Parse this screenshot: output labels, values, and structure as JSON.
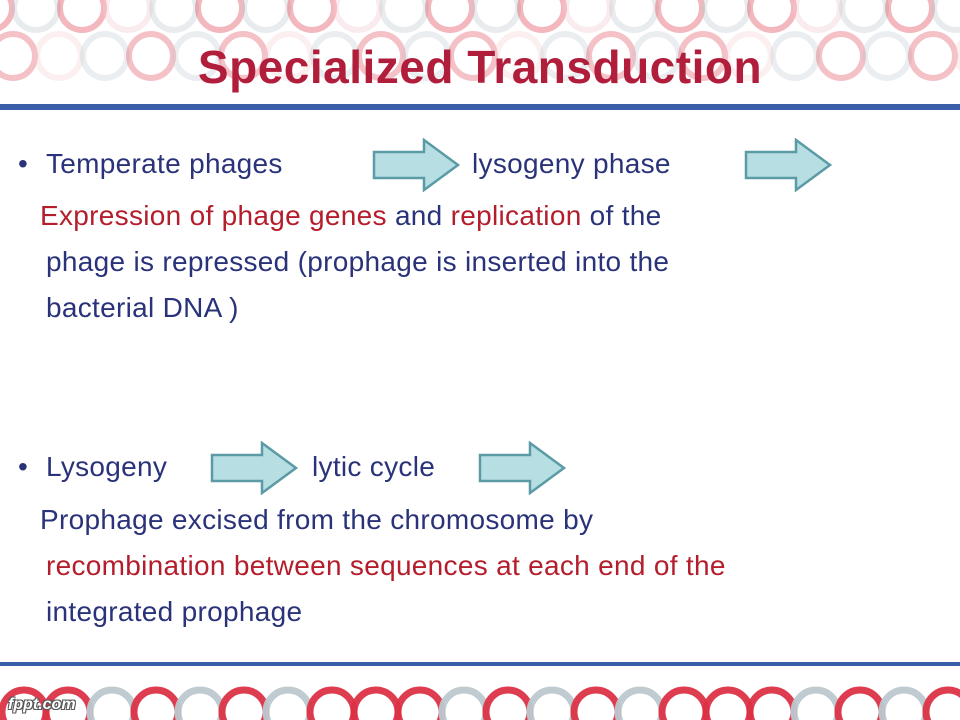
{
  "slide": {
    "title": "Specialized Transduction",
    "bullet1": {
      "bullet": "•",
      "part1": "Temperate phages",
      "part2": "lysogeny phase",
      "line1": [
        {
          "text": "Expression of phage genes",
          "color": "red"
        },
        {
          "text": " and ",
          "color": "navy"
        },
        {
          "text": "replication",
          "color": "red"
        },
        {
          "text": " of the",
          "color": "navy"
        }
      ],
      "line2": "phage is repressed (prophage is inserted into the",
      "line3": "bacterial DNA )"
    },
    "bullet2": {
      "bullet": "•",
      "part1": "Lysogeny",
      "part2": "lytic cycle",
      "line1": "Prophage excised from the chromosome by",
      "line2": "recombination between sequences at each end of the",
      "line3": "integrated prophage"
    },
    "logo": "fppt.com"
  },
  "colors": {
    "title": "#b01e3c",
    "navy": "#2a3379",
    "red": "#b41e2c",
    "ring_red": "#dc3246",
    "ring_grey": "#bcc8cf",
    "ring_pink": "#f1c9ce",
    "band_blue": "#3a5fa8",
    "arrow_fill": "#b7dfe3",
    "arrow_stroke": "#5a9ba6"
  }
}
